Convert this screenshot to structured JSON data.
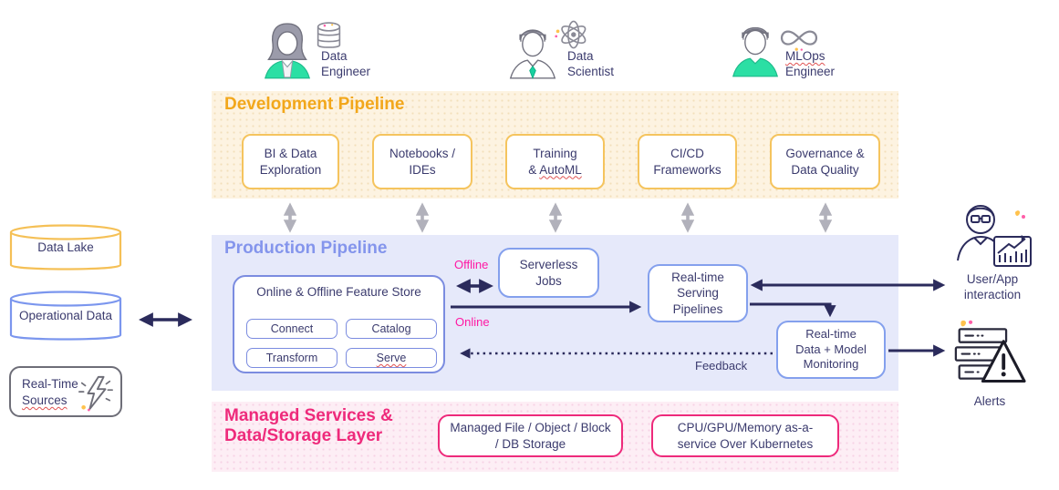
{
  "personas": {
    "data_engineer": {
      "line1": "Data",
      "line2": "Engineer"
    },
    "data_scientist": {
      "line1": "Data",
      "line2": "Scientist"
    },
    "mlops_engineer": {
      "line1_squiggle": "MLOps",
      "line2": "Engineer"
    }
  },
  "development": {
    "title": "Development Pipeline",
    "boxes": [
      {
        "label": "BI & Data Exploration"
      },
      {
        "label": "Notebooks / IDEs"
      },
      {
        "line1": "Training",
        "line2_pre": "& ",
        "line2_squiggle": "AutoML"
      },
      {
        "label": "CI/CD Frameworks"
      },
      {
        "label": "Governance & Data Quality"
      }
    ]
  },
  "production": {
    "title": "Production Pipeline",
    "feature_store": {
      "title": "Online & Offline Feature Store",
      "connect": "Connect",
      "catalog": "Catalog",
      "transform": "Transform",
      "serve": "Serve"
    },
    "serverless_jobs": "Serverless Jobs",
    "serving_pipelines": "Real-time Serving Pipelines",
    "monitoring": {
      "line1": "Real-time",
      "line2": "Data + Model",
      "line3": "Monitoring"
    },
    "flow_labels": {
      "offline": "Offline",
      "online": "Online",
      "feedback": "Feedback"
    }
  },
  "data_sources": {
    "data_lake": "Data Lake",
    "operational_data": "Operational Data",
    "realtime": {
      "line1": "Real-Time",
      "line2_squiggle": "Sources"
    }
  },
  "outputs": {
    "user_app": "User/App interaction",
    "alerts": "Alerts"
  },
  "managed": {
    "title_line1": "Managed Services &",
    "title_line2": "Data/Storage Layer",
    "storage_box": "Managed File / Object / Block / DB Storage",
    "compute_box": {
      "line1": "CPU/GPU/Memory as-a-",
      "line2": "service Over Kubernetes"
    }
  },
  "colors": {
    "dev_accent": "#F2A71B",
    "dev_border": "#F5C45E",
    "dev_band_bg": "#FDF3E1",
    "prod_accent": "#8495EC",
    "prod_border": "#7B8CE0",
    "prod_band_bg": "#E6E9FA",
    "managed_accent": "#EE2A7B",
    "managed_band_bg": "#FDEEF5",
    "arrow": "#2B2B5C",
    "flow_label": "#FF18A3",
    "text": "#3B3B6E",
    "gray_arrow": "#B1B1BB",
    "persona_teal": "#2BDFA4"
  }
}
